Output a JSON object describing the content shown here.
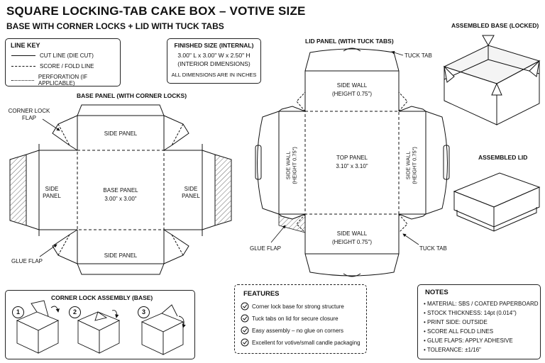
{
  "header": {
    "title": "SQUARE LOCKING-TAB CAKE BOX – VOTIVE SIZE",
    "subtitle": "BASE WITH CORNER LOCKS + LID WITH TUCK TABS"
  },
  "line_key": {
    "heading": "LINE KEY",
    "items": [
      {
        "style": "solid",
        "label": "CUT LINE (DIE CUT)"
      },
      {
        "style": "dashed",
        "label": "SCORE / FOLD LINE"
      },
      {
        "style": "dotted",
        "label": "PERFORATION (IF APPLICABLE)"
      }
    ]
  },
  "finished_size": {
    "heading": "FINISHED SIZE (INTERNAL)",
    "dims": "3.00\" L  x  3.00\" W  x  2.50\" H",
    "note": "(INTERIOR DIMENSIONS)",
    "units": "ALL DIMENSIONS ARE IN INCHES"
  },
  "base_panel": {
    "heading": "BASE PANEL (WITH CORNER LOCKS)",
    "center_label": "BASE PANEL",
    "center_dims": "3.00\" x 3.00\"",
    "side_panel": "SIDE PANEL",
    "side_left": "SIDE\nPANEL",
    "side_right": "SIDE\nPANEL",
    "corner_lock_callout": "CORNER LOCK\nFLAP",
    "glue_flap_callout": "GLUE FLAP"
  },
  "lid_panel": {
    "heading": "LID PANEL (WITH TUCK TABS)",
    "top_label": "TOP PANEL",
    "top_dims": "3.10\" x 3.10\"",
    "side_wall": "SIDE WALL",
    "side_wall_height": "(HEIGHT 0.75\")",
    "tuck_tab_callout": "TUCK TAB",
    "glue_flap_callout": "GLUE FLAP"
  },
  "assembled_base": {
    "heading": "ASSEMBLED BASE (LOCKED)"
  },
  "assembled_lid": {
    "heading": "ASSEMBLED LID"
  },
  "corner_lock_assembly": {
    "heading": "CORNER LOCK ASSEMBLY (BASE)",
    "steps": [
      "1",
      "2",
      "3"
    ]
  },
  "features": {
    "heading": "FEATURES",
    "items": [
      "Corner lock base for strong structure",
      "Tuck tabs on lid for secure closure",
      "Easy assembly – no glue on corners",
      "Excellent for votive/small candle packaging"
    ],
    "icon": "check-circle-icon"
  },
  "notes": {
    "heading": "NOTES",
    "items": [
      "• MATERIAL: SBS / COATED PAPERBOARD",
      "• STOCK THICKNESS: 14pt (0.014\")",
      "• PRINT SIDE: OUTSIDE",
      "• SCORE ALL FOLD LINES",
      "• GLUE FLAPS: APPLY ADHESIVE",
      "• TOLERANCE: ±1/16\""
    ]
  },
  "colors": {
    "ink": "#111111",
    "paper": "#ffffff",
    "hatch": "#555555",
    "box_face": "#ffffff"
  }
}
